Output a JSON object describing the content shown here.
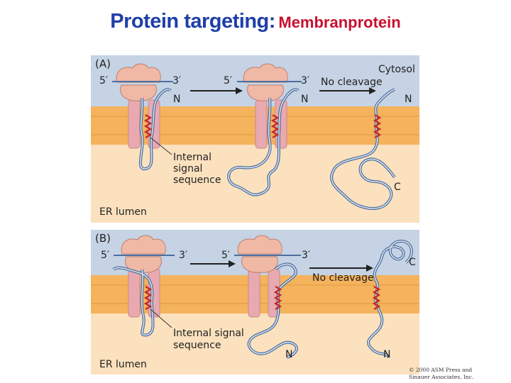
{
  "title": {
    "main": "Protein targeting:",
    "sub": "Membranprotein"
  },
  "panel_a": {
    "label": "(A)",
    "cytosol": "Cytosol",
    "er_lumen": "ER lumen",
    "no_cleavage": "No cleavage",
    "five_prime": "5′",
    "three_prime": "3′",
    "n": "N",
    "c": "C",
    "internal_signal": [
      "Internal",
      "signal",
      "sequence"
    ]
  },
  "panel_b": {
    "label": "(B)",
    "er_lumen": "ER lumen",
    "no_cleavage": "No cleavage",
    "five_prime": "5′",
    "three_prime": "3′",
    "n": "N",
    "c": "C",
    "internal_signal": [
      "Internal signal",
      "sequence"
    ]
  },
  "copyright": [
    "© 2000 ASM Press and",
    "Sinauer Associates, Inc."
  ],
  "colors": {
    "cytosol": "#c5d3e4",
    "membrane": "#f4b35c",
    "lumen": "#fbe1be",
    "translocon": "#e9a9b0",
    "chain": "#4d6e9e",
    "signal": "#c22828"
  }
}
